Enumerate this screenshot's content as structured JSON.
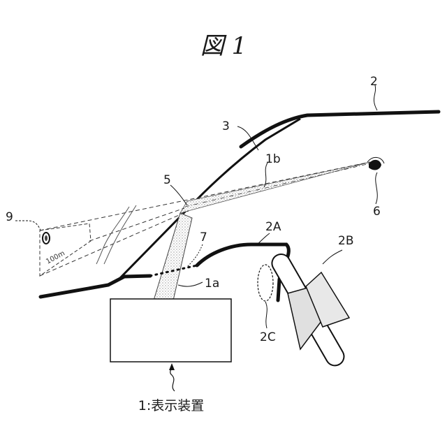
{
  "figure": {
    "title": "図 1",
    "caption": "1:表示装置",
    "sign_text": "100m",
    "labels": {
      "l2": "2",
      "l3": "3",
      "l1b": "1b",
      "l5": "5",
      "l6": "6",
      "l9": "9",
      "l2A": "2A",
      "l2B": "2B",
      "l7": "7",
      "l1a": "1a",
      "l2C": "2C"
    }
  },
  "colors": {
    "line": "#111111",
    "beam": "#e6e6e6",
    "stipple": "#555555"
  }
}
